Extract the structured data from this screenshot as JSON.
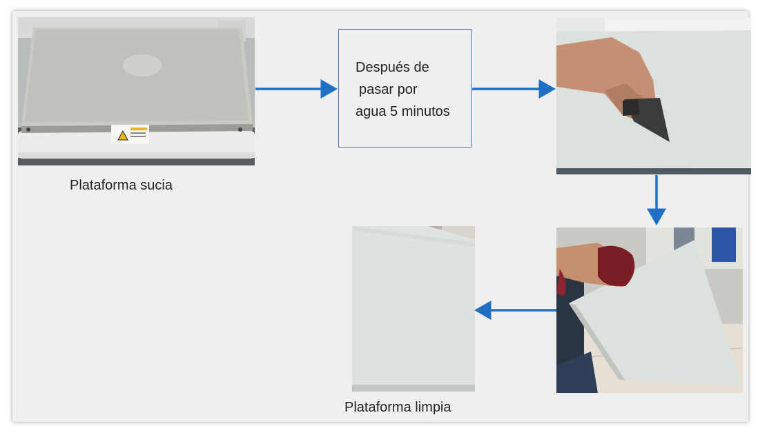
{
  "labels": {
    "dirty_platform": "Plataforma sucia",
    "clean_platform": "Plataforma limpia"
  },
  "process_box": {
    "line1": "Después de",
    "line2": "pasar por",
    "line3": "agua 5 minutos"
  },
  "colors": {
    "arrow": "#1f6fc4",
    "box_border": "#4f6fb5",
    "slide_background": "#efefef"
  },
  "photos": [
    "dirty-platform-photo",
    "scraping-photo",
    "wiping-photo",
    "clean-platform-photo"
  ]
}
